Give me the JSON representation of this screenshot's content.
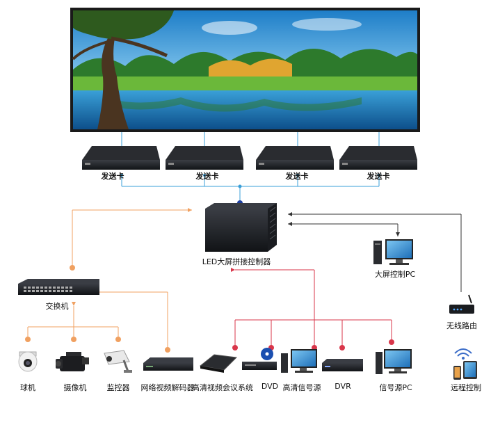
{
  "diagram": {
    "sender_cards": [
      "发送卡",
      "发送卡",
      "发送卡",
      "发送卡"
    ],
    "controller": "LED大屏拼接控制器",
    "pc": "大屏控制PC",
    "switch": "交换机",
    "wifi_router": "无线路由",
    "remote": "远程控制",
    "sources": {
      "dome_camera": "球机",
      "video_camera": "摄像机",
      "monitor_camera": "监控器",
      "decoder": "网络视频解码器",
      "conference": "高清视频会议系统",
      "dvd": "DVD",
      "hd_source": "高清信号源",
      "dvr": "DVR",
      "signal_pc": "信号源PC"
    },
    "colors": {
      "blue_line": "#3a9fd8",
      "orange_line": "#f0a060",
      "red_line": "#d9364a",
      "gray_line": "#333333"
    }
  }
}
